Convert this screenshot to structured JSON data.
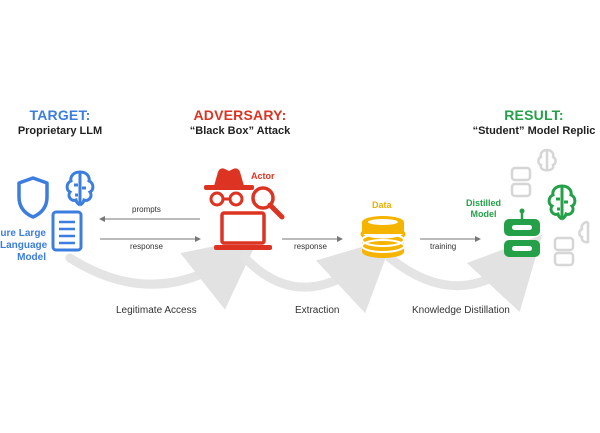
{
  "headings": {
    "target": {
      "title": "TARGET:",
      "subtitle": "Proprietary LLM",
      "color": "#3c7de0"
    },
    "adversary": {
      "title": "ADVERSARY:",
      "subtitle": "“Black Box” Attack",
      "color": "#dd3322"
    },
    "result": {
      "title": "RESULT:",
      "subtitle": "“Student” Model Replic",
      "color": "#24a148"
    }
  },
  "labels": {
    "target_model": "ure Large\nLanguage\nModel",
    "actor": "Actor",
    "data": "Data",
    "distilled_model": "Distilled\nModel",
    "prompts": "prompts",
    "response_left": "response",
    "response_right": "response",
    "training": "training"
  },
  "phases": {
    "legitimate_access": "Legitimate Access",
    "extraction": "Extraction",
    "knowledge_distillation": "Knowledge Distillation"
  },
  "icons": {
    "target": [
      "shield-icon",
      "brain-icon",
      "document-icon"
    ],
    "actor": [
      "spy-hat-icon",
      "glasses-icon",
      "magnifier-icon",
      "laptop-icon"
    ],
    "data": [
      "database-icon"
    ],
    "result": [
      "robot-icon",
      "brain-icon",
      "ghost-robot-icon"
    ]
  },
  "colors": {
    "blue": "#3c7de0",
    "red": "#dd3322",
    "yellow": "#f5b400",
    "green": "#24a148",
    "arc": "#e4e4e4",
    "ghost": "#d6d6d6"
  }
}
